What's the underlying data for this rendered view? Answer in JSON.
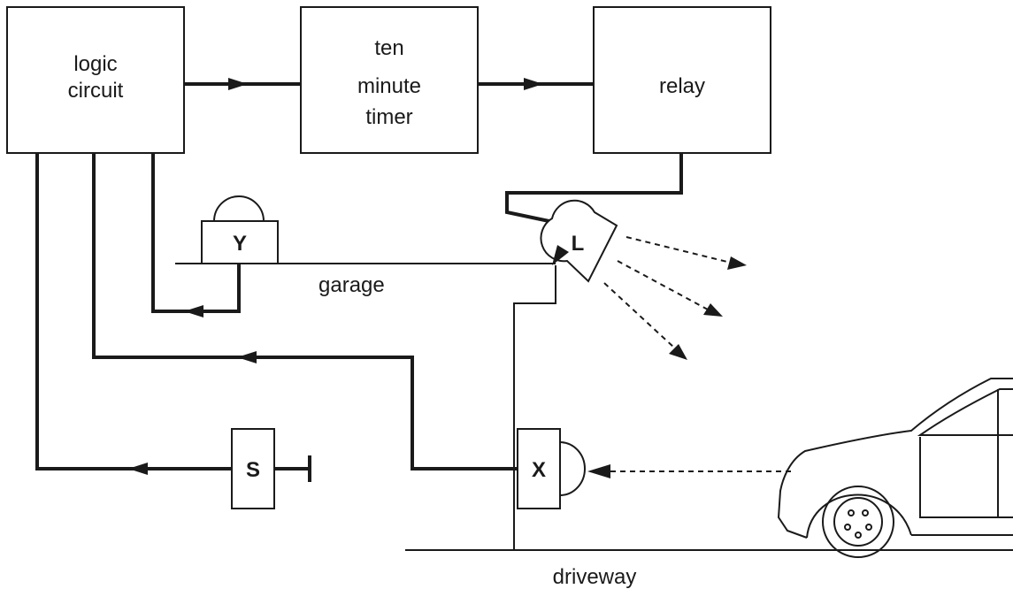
{
  "blocks": {
    "logic_circuit": [
      "logic",
      "circuit"
    ],
    "timer": [
      "ten",
      "minute",
      "timer"
    ],
    "relay": "relay"
  },
  "components": {
    "y": "Y",
    "l": "L",
    "x": "X",
    "s": "S"
  },
  "labels": {
    "garage": "garage",
    "driveway": "driveway"
  }
}
